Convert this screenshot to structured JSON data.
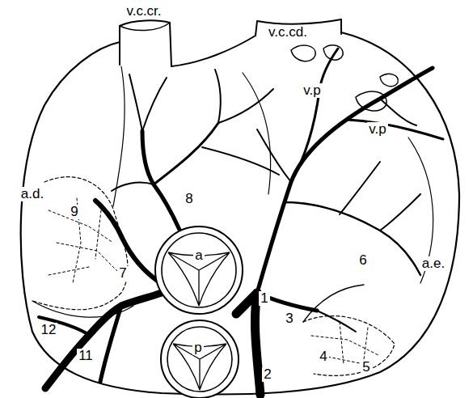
{
  "diagram": {
    "nodes": [
      {
        "text": [
          "a"
        ]
      },
      {
        "text": [
          "p"
        ]
      }
    ],
    "labels": [
      "v.c.cr.",
      "v.c.cd.",
      "v.p",
      "v.p",
      "a.d.",
      "9",
      "a.e.",
      "8",
      "7",
      "6",
      "1",
      "3",
      "4",
      "5",
      "12",
      "11",
      "2"
    ]
  }
}
